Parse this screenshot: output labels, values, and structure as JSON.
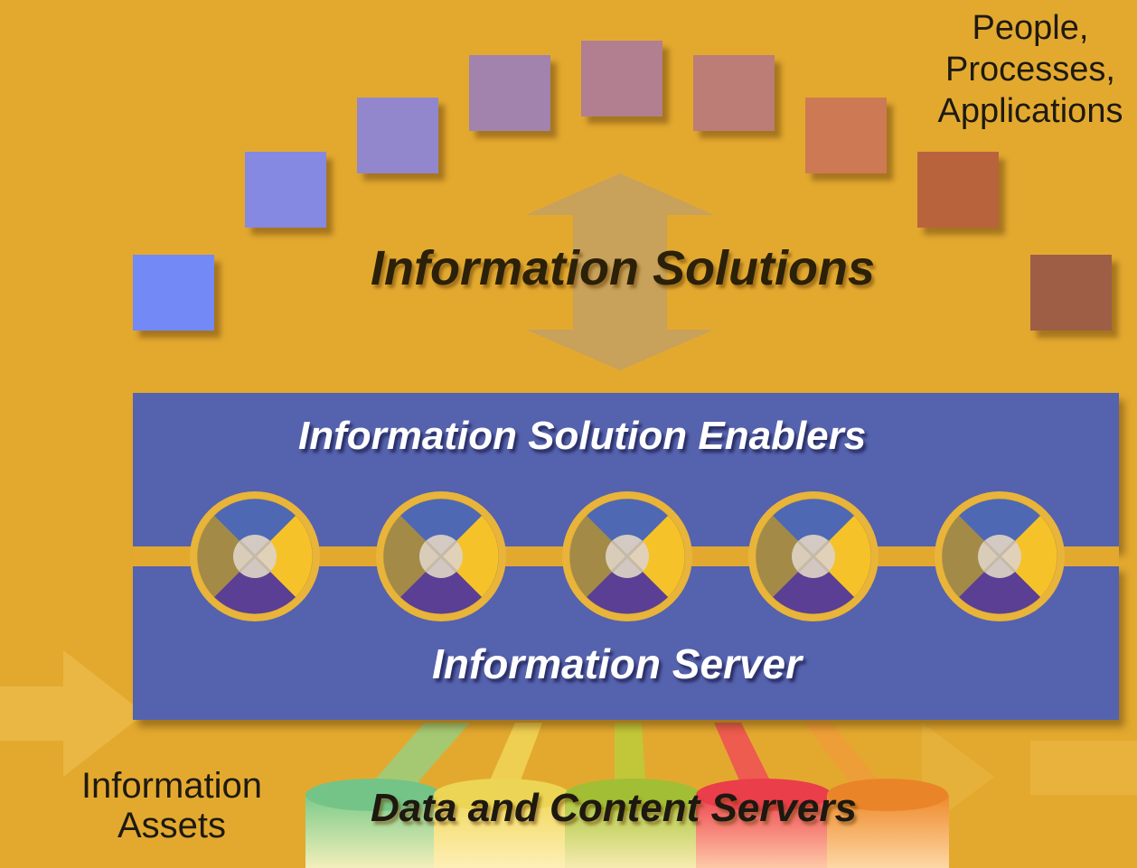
{
  "top_label": {
    "line1": "People,",
    "line2": "Processes,",
    "line3": "Applications"
  },
  "solutions": {
    "title": "Information Solutions"
  },
  "enablers": {
    "title": "Information Solution Enablers",
    "count": 5
  },
  "server": {
    "title": "Information Server"
  },
  "assets": {
    "line1": "Information",
    "line2": "Assets"
  },
  "data_servers": {
    "title": "Data and Content Servers"
  },
  "colors": {
    "background": "#e3a92f",
    "panel": "#5562ad",
    "squares": [
      "#7389f5",
      "#8589e2",
      "#9287cc",
      "#a183ad",
      "#b17f8f",
      "#bb7d76",
      "#cd7a54",
      "#b9633d",
      "#9e5e45"
    ],
    "cylinders": [
      "#7ccb8a",
      "#e7d95e",
      "#a8c43a",
      "#ef4550",
      "#ee8a2c"
    ]
  }
}
